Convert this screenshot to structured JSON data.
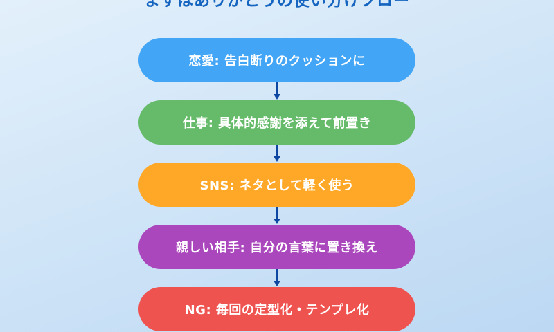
{
  "title": "まずはありがとうの使い分けフロー",
  "steps": [
    {
      "label": "恋愛: 告白断りのクッションに",
      "color": "#42a5f5"
    },
    {
      "label": "仕事: 具体的感謝を添えて前置き",
      "color": "#66bb6a"
    },
    {
      "label": "SNS: ネタとして軽く使う",
      "color": "#ffa726"
    },
    {
      "label": "親しい相手: 自分の言葉に置き換え",
      "color": "#ab47bc"
    },
    {
      "label": "NG: 毎回の定型化・テンプレ化",
      "color": "#ef5350"
    }
  ],
  "connector_color": "#0d47a1"
}
